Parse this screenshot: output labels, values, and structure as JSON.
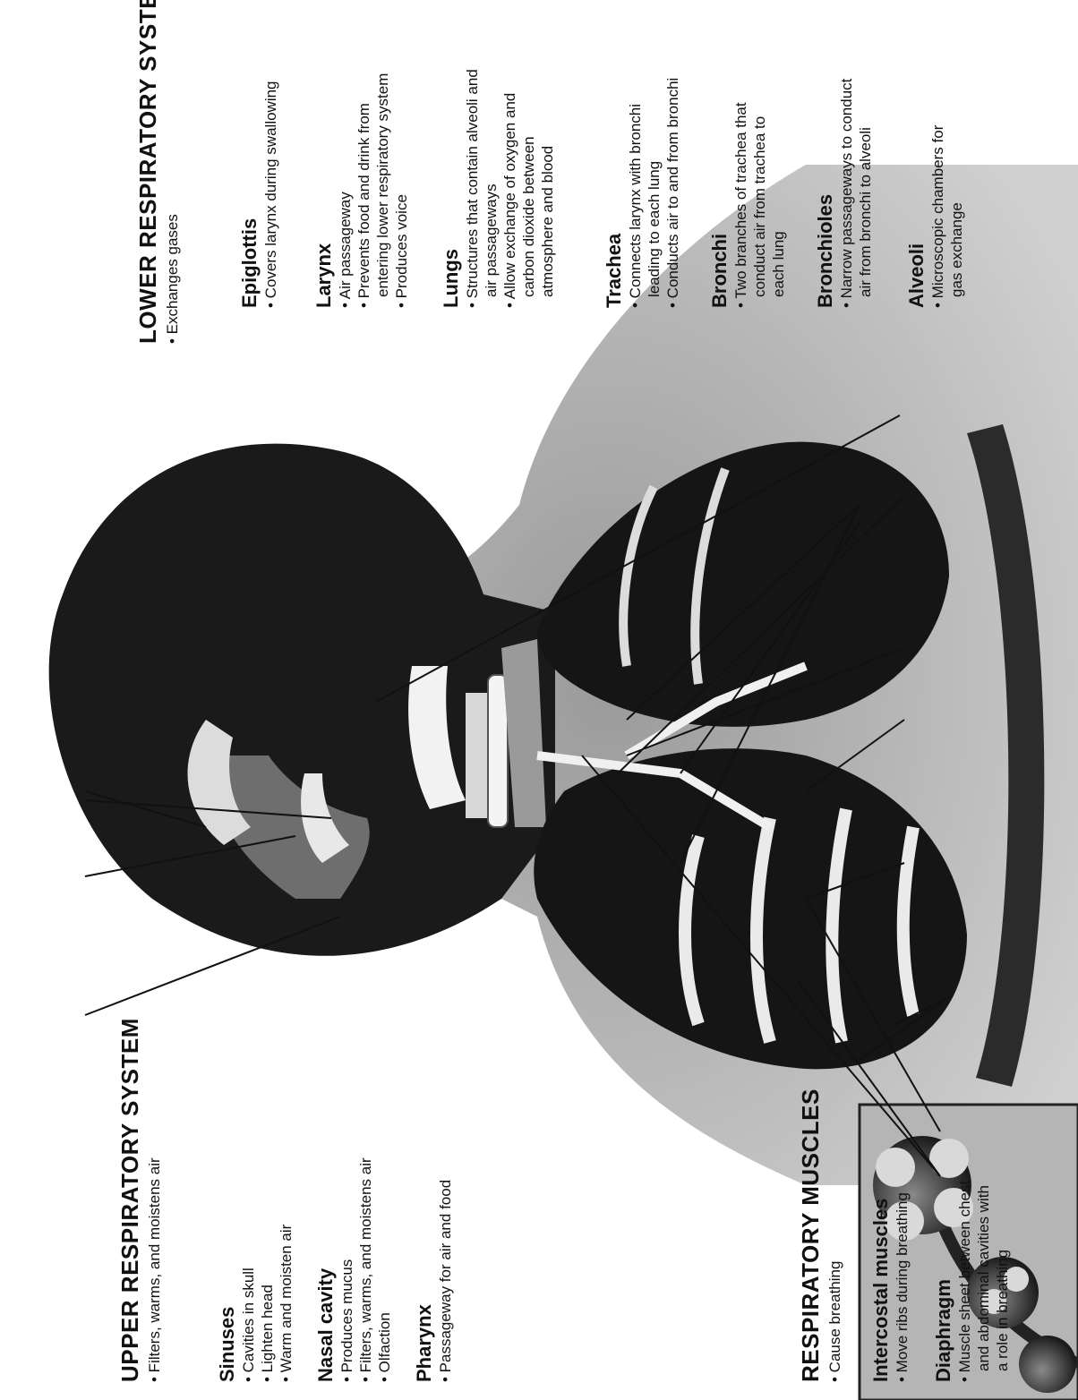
{
  "upper": {
    "title": "UPPER RESPIRATORY SYSTEM",
    "subtitle": "Filters, warms, and moistens air",
    "sinuses": {
      "name": "Sinuses",
      "bullets": [
        "Cavities in skull",
        "Lighten head",
        "Warm and moisten air"
      ]
    },
    "nasal": {
      "name": "Nasal cavity",
      "bullets": [
        "Produces mucus",
        "Filters, warms, and moistens air",
        "Olfaction"
      ]
    },
    "pharynx": {
      "name": "Pharynx",
      "bullets": [
        "Passageway for air and food"
      ]
    }
  },
  "muscles": {
    "title": "RESPIRATORY MUSCLES",
    "subtitle": "Cause breathing",
    "intercostal": {
      "name": "Intercostal muscles",
      "bullets": [
        "Move ribs during breathing"
      ]
    },
    "diaphragm": {
      "name": "Diaphragm",
      "bullets": [
        "Muscle sheet between chest",
        "and abdominal cavities with",
        "a role in breathing"
      ]
    }
  },
  "lower": {
    "title": "LOWER RESPIRATORY SYSTEM",
    "subtitle": "Exchanges gases",
    "epiglottis": {
      "name": "Epiglottis",
      "bullets": [
        "Covers larynx during swallowing"
      ]
    },
    "larynx": {
      "name": "Larynx",
      "bullets": [
        "Air passageway",
        "Prevents food and drink from",
        "entering lower respiratory system",
        "Produces voice"
      ]
    },
    "lungs": {
      "name": "Lungs",
      "bullets": [
        "Structures that contain alveoli and",
        "air passageways",
        "Allow exchange of oxygen and",
        "carbon dioxide between",
        "atmosphere and blood"
      ]
    },
    "trachea": {
      "name": "Trachea",
      "bullets": [
        "Connects larynx with bronchi",
        "leading to each lung",
        "Conducts air to and from bronchi"
      ]
    },
    "bronchi": {
      "name": "Bronchi",
      "bullets": [
        "Two branches of trachea that",
        "conduct air from trachea to",
        "each lung"
      ]
    },
    "bronchioles": {
      "name": "Bronchioles",
      "bullets": [
        "Narrow passageways to conduct",
        "air from bronchi to alveoli"
      ]
    },
    "alveoli": {
      "name": "Alveoli",
      "bullets": [
        "Microscopic chambers for",
        "gas exchange"
      ]
    }
  },
  "colors": {
    "ink": "#111111",
    "body_dark": "#1a1a1a",
    "body_mid": "#7a7a7a",
    "body_light": "#c8c8c8",
    "inset_bg": "#b5b5b5"
  }
}
